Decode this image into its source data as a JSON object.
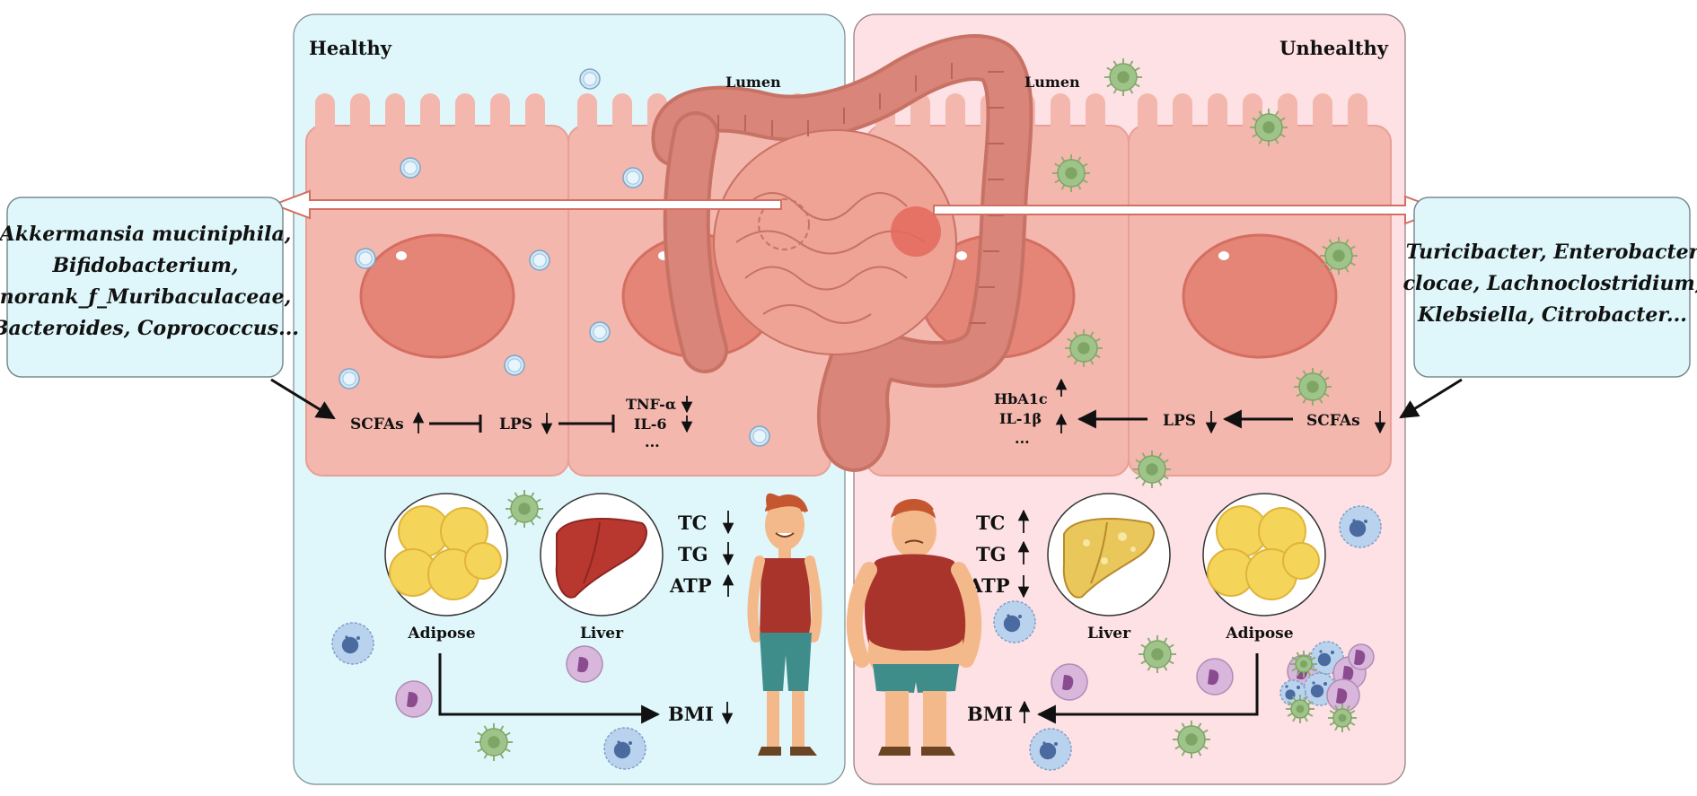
{
  "panels": {
    "healthy": {
      "title": "Healthy",
      "lumen": "Lumen",
      "background": "#dff7fb",
      "bacteria_box": [
        "Akkermansia muciniphila,",
        "Bifidobacterium,",
        "norank_f_Muribaculaceae,",
        "Bacteroides, Coprococcus..."
      ],
      "pathway": {
        "scfas": "SCFAs",
        "lps": "LPS",
        "cytokines": [
          "TNF-α",
          "IL-6",
          "..."
        ]
      },
      "organs": {
        "adipose": "Adipose",
        "liver": "Liver"
      },
      "lipids": [
        "TC",
        "TG",
        "ATP"
      ],
      "bmi": "BMI"
    },
    "unhealthy": {
      "title": "Unhealthy",
      "lumen": "Lumen",
      "background": "#fde1e5",
      "bacteria_box": [
        "Turicibacter, Enterobacter",
        "clocae, Lachnoclostridium,",
        "Klebsiella, Citrobacter..."
      ],
      "pathway": {
        "scfas": "SCFAs",
        "lps": "LPS",
        "markers": [
          "HbA1c",
          "IL-1β",
          "..."
        ]
      },
      "organs": {
        "adipose": "Adipose",
        "liver": "Liver"
      },
      "lipids": [
        "TC",
        "TG",
        "ATP"
      ],
      "bmi": "BMI"
    }
  },
  "colors": {
    "epithelium": "#f3b7ad",
    "epithelium_edge": "#e8a096",
    "nucleus": "#e58577",
    "intestine": "#d9857a",
    "intestine_light": "#eea395",
    "box_fill": "#dff7fb",
    "fat": "#f5d45a",
    "liver": "#b8372f",
    "fatty_liver": "#e9c75a",
    "microbe_green": "#9fc48a",
    "immune_blue": "#b9d3ee",
    "immune_purple": "#d9b6dc"
  }
}
